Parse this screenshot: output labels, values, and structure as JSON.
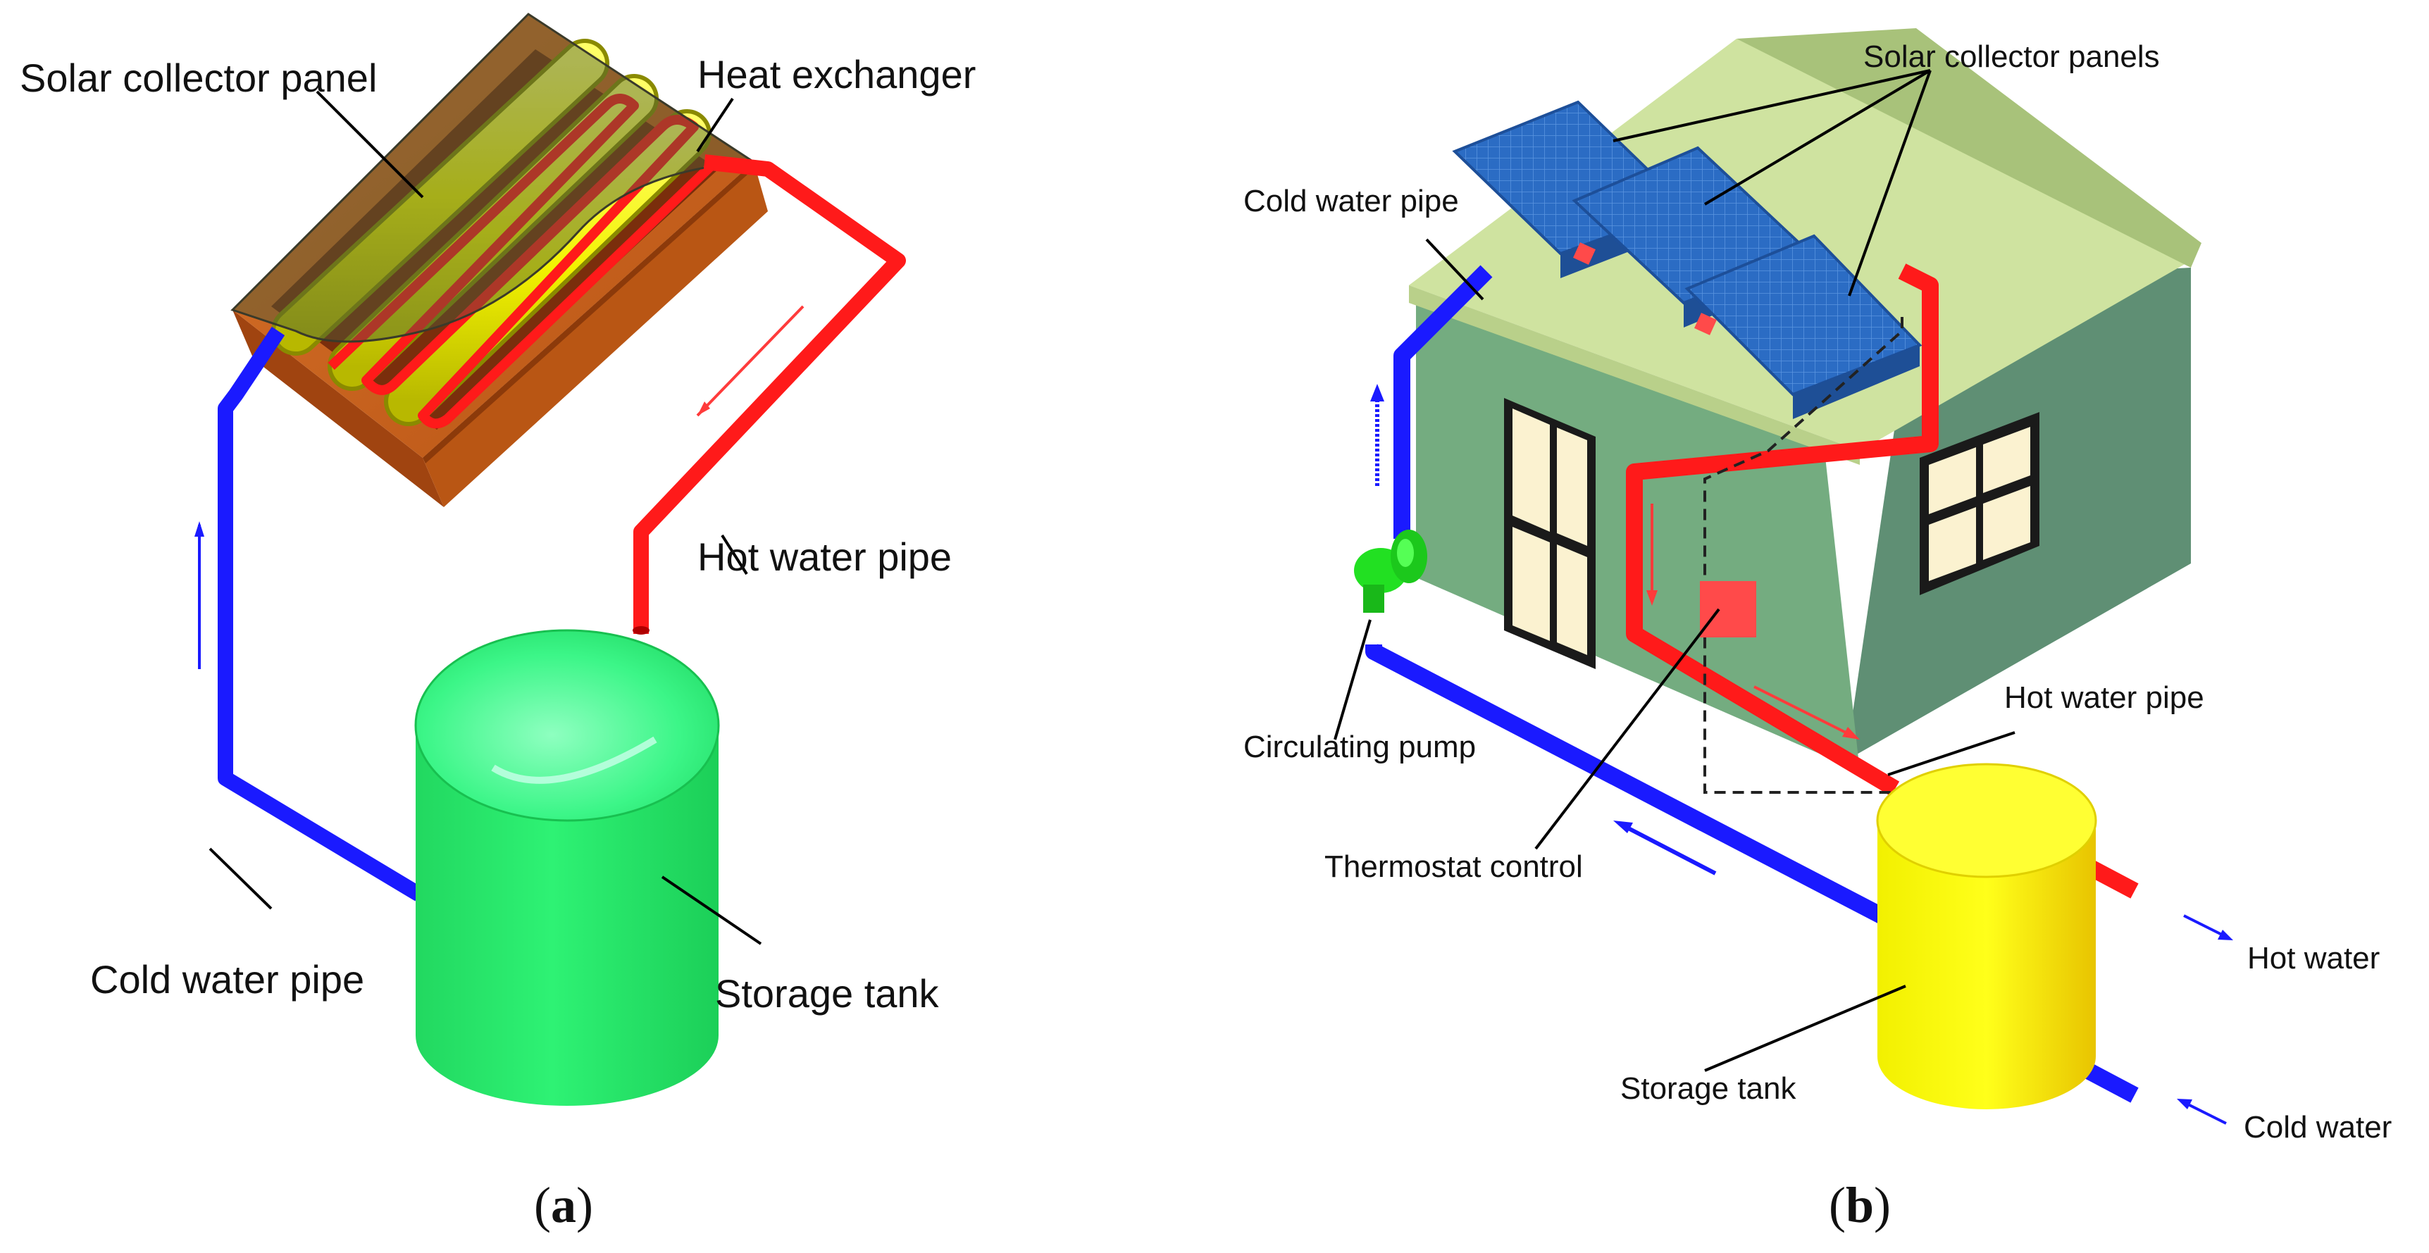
{
  "panel_a": {
    "caption_open": "(",
    "caption_letter": "a",
    "caption_close": ")",
    "labels": {
      "collector": "Solar collector panel",
      "heat_exchanger": "Heat exchanger",
      "hot_pipe": "Hot water pipe",
      "cold_pipe": "Cold water pipe",
      "tank": "Storage tank"
    }
  },
  "panel_b": {
    "caption_open": "(",
    "caption_letter": "b",
    "caption_close": ")",
    "labels": {
      "collectors": "Solar collector panels",
      "cold_pipe": "Cold water pipe",
      "pump": "Circulating pump",
      "thermostat": "Thermostat control",
      "hot_pipe": "Hot water pipe",
      "tank": "Storage tank",
      "hot_water": "Hot water",
      "cold_water": "Cold water"
    }
  },
  "colors": {
    "hot": "#ff1a1a",
    "cold": "#1a1aff",
    "tank_a": "#2ef06a",
    "tank_b": "#ffff00",
    "pump": "#22e022",
    "wall": "#5f9c74",
    "roof": "#d6e8a8",
    "panel": "#2b6cc4",
    "frame": "#c8621c"
  }
}
